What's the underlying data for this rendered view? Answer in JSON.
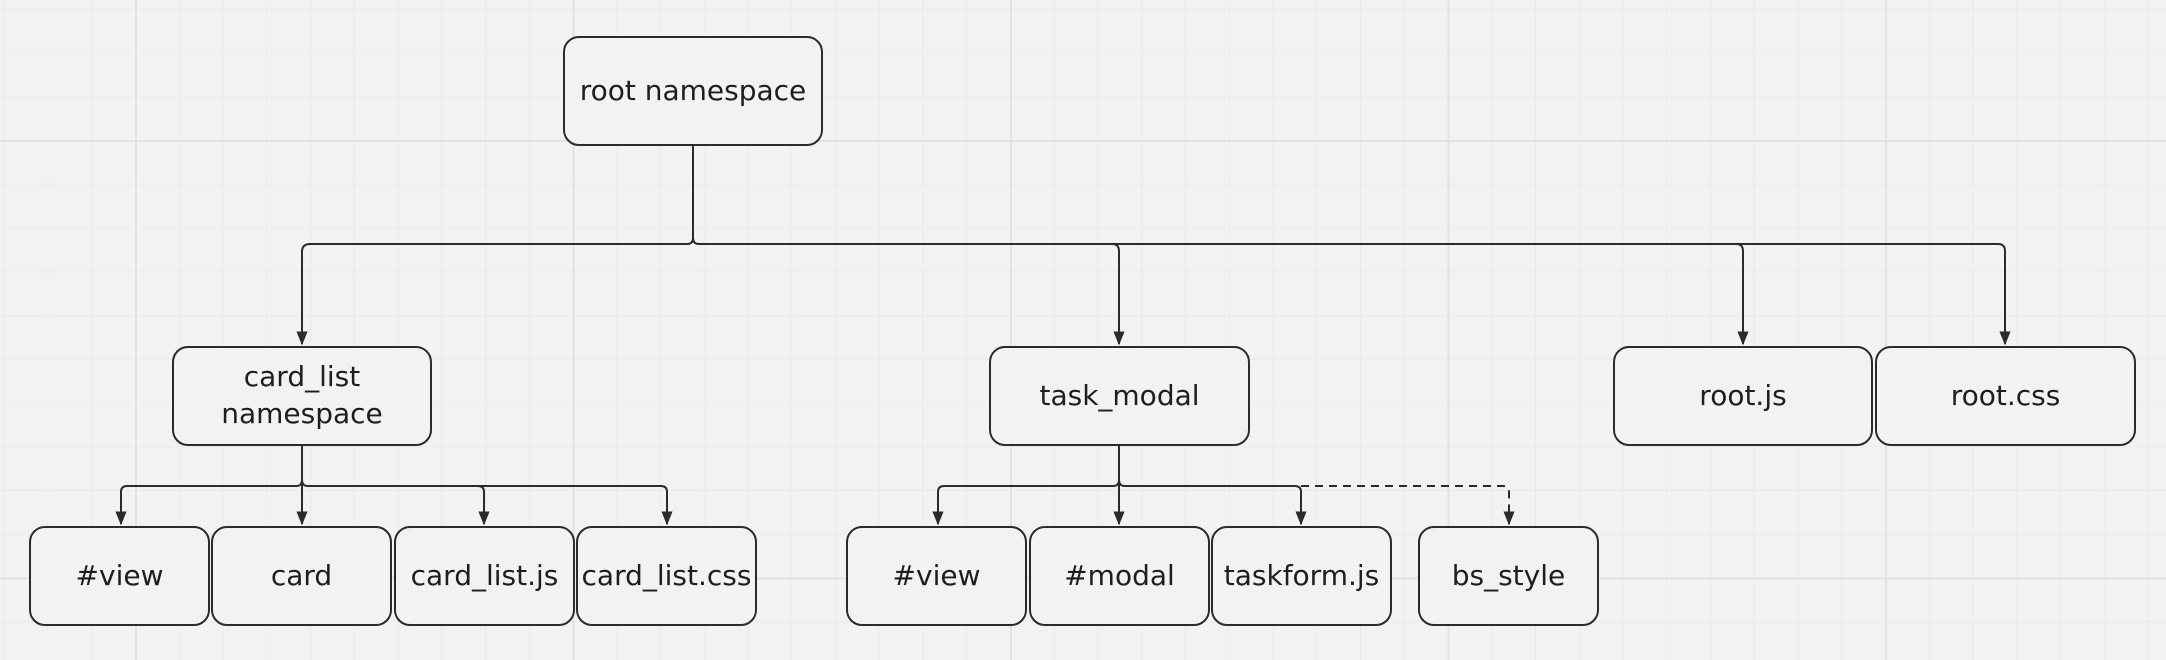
{
  "diagram": {
    "nodes": {
      "root": "root namespace",
      "card_list_ns": "card_list\nnamespace",
      "task_modal": "task_modal",
      "root_js": "root.js",
      "root_css": "root.css",
      "cl_view": "#view",
      "cl_card": "card",
      "cl_js": "card_list.js",
      "cl_css": "card_list.css",
      "tm_view": "#view",
      "tm_modal": "#modal",
      "tm_taskform": "taskform.js",
      "tm_bs_style": "bs_style"
    },
    "edges": [
      {
        "from": "root",
        "to": "card_list_ns",
        "style": "solid"
      },
      {
        "from": "root",
        "to": "task_modal",
        "style": "solid"
      },
      {
        "from": "root",
        "to": "root_js",
        "style": "solid"
      },
      {
        "from": "root",
        "to": "root_css",
        "style": "solid"
      },
      {
        "from": "card_list_ns",
        "to": "cl_view",
        "style": "solid"
      },
      {
        "from": "card_list_ns",
        "to": "cl_card",
        "style": "solid"
      },
      {
        "from": "card_list_ns",
        "to": "cl_js",
        "style": "solid"
      },
      {
        "from": "card_list_ns",
        "to": "cl_css",
        "style": "solid"
      },
      {
        "from": "task_modal",
        "to": "tm_view",
        "style": "solid"
      },
      {
        "from": "task_modal",
        "to": "tm_modal",
        "style": "solid"
      },
      {
        "from": "task_modal",
        "to": "tm_taskform",
        "style": "solid"
      },
      {
        "from": "task_modal",
        "to": "tm_bs_style",
        "style": "dashed"
      }
    ],
    "colors": {
      "background": "#f2f2f2",
      "grid": "#e9e9e9",
      "stroke": "#2b2b2b",
      "text": "#1e1e1e"
    }
  }
}
